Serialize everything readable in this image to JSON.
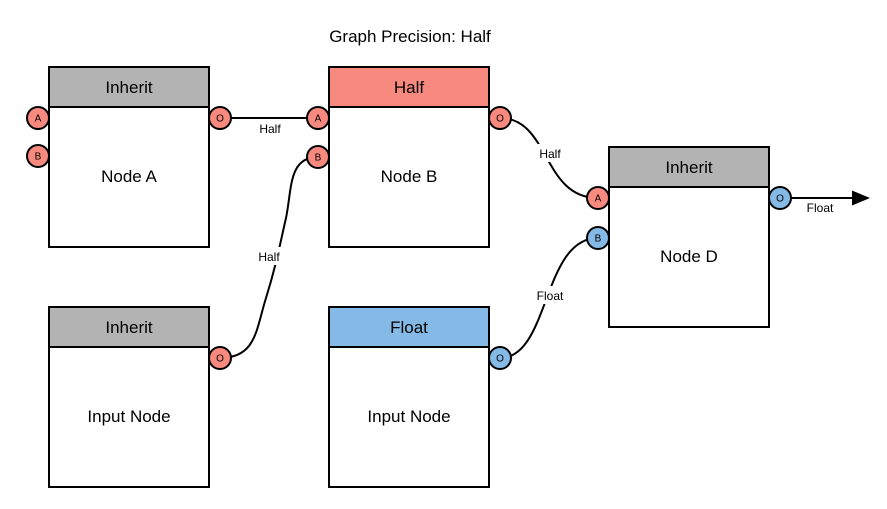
{
  "title": "Graph Precision: Half",
  "colors": {
    "inherit": "#b3b3b3",
    "half": "#f8897e",
    "float": "#85b9e6",
    "node_fill": "#ffffff",
    "stroke": "#000000"
  },
  "nodes": {
    "node_a": {
      "header": "Inherit",
      "label": "Node A",
      "port_a": "A",
      "port_b": "B",
      "port_o": "O"
    },
    "node_b": {
      "header": "Half",
      "label": "Node B",
      "port_a": "A",
      "port_b": "B",
      "port_o": "O"
    },
    "node_d": {
      "header": "Inherit",
      "label": "Node D",
      "port_a": "A",
      "port_b": "B",
      "port_o": "O"
    },
    "input_node_left": {
      "header": "Inherit",
      "label": "Input Node",
      "port_o": "O"
    },
    "input_node_mid": {
      "header": "Float",
      "label": "Input Node",
      "port_o": "O"
    }
  },
  "edges": {
    "node_a_to_node_b": {
      "label": "Half"
    },
    "input_left_to_node_b": {
      "label": "Half"
    },
    "node_b_to_node_d": {
      "label": "Half"
    },
    "input_mid_to_node_d": {
      "label": "Float"
    },
    "node_d_output": {
      "label": "Float"
    }
  }
}
